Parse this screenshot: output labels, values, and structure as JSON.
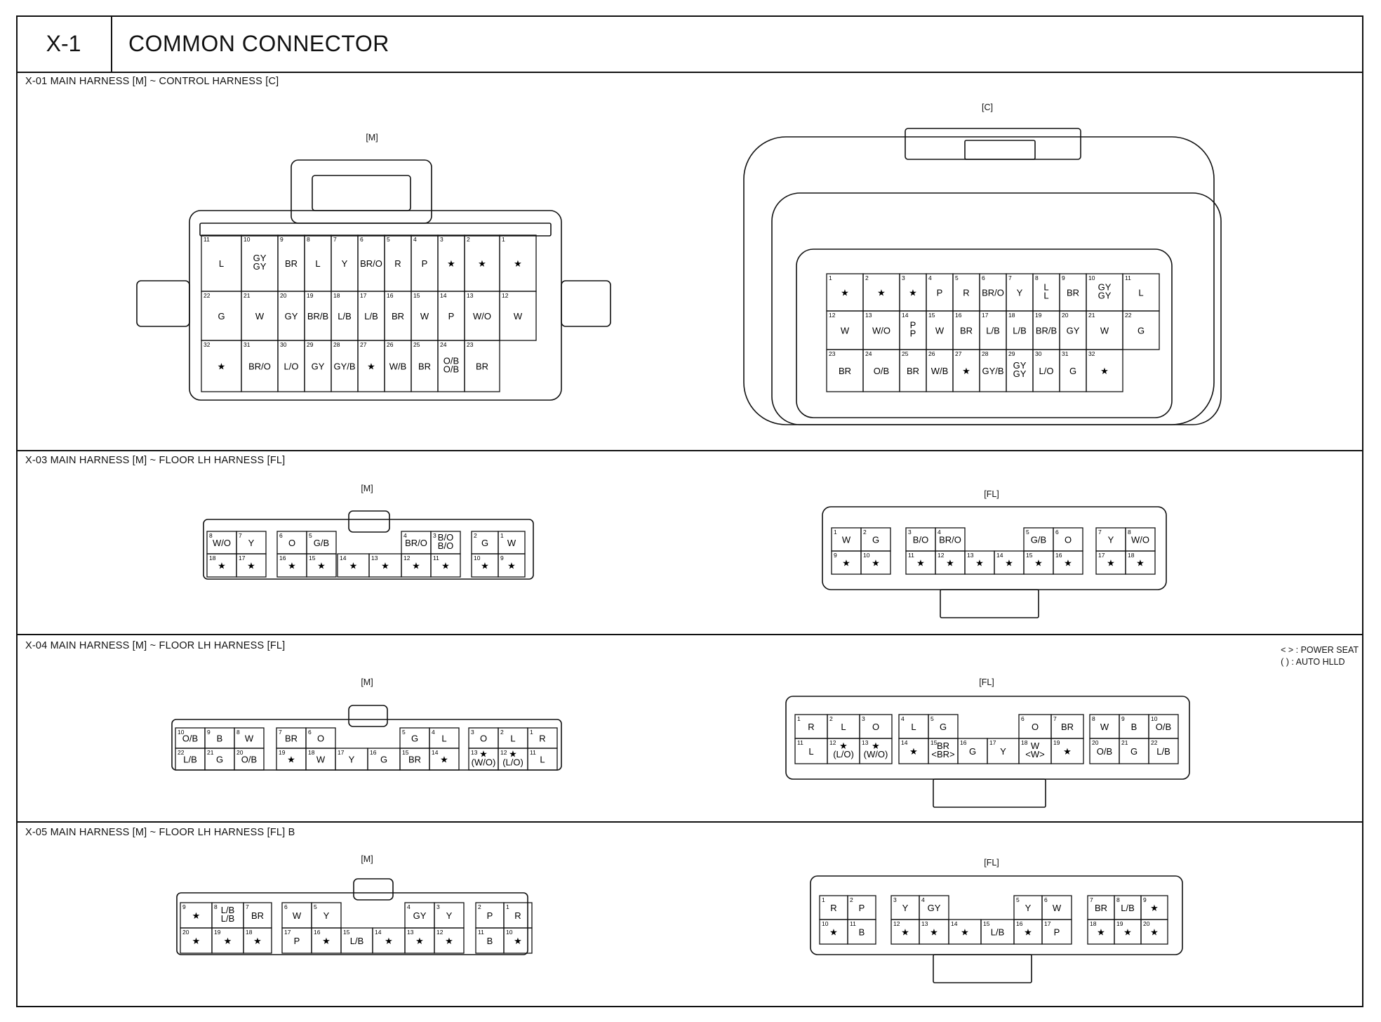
{
  "header": {
    "code": "X-1",
    "title": "COMMON CONNECTOR"
  },
  "legend": {
    "line1": "< > : POWER SEAT",
    "line2": "( ) : AUTO HLLD"
  },
  "sections": [
    {
      "title": "X-01 MAIN HARNESS [M] ~ CONTROL HARNESS [C]",
      "connectors": [
        {
          "label": "[M]",
          "cells": [
            {
              "n": "11",
              "t": "L"
            },
            {
              "n": "10",
              "t": "GY GY"
            },
            {
              "n": "9",
              "t": "BR"
            },
            {
              "n": "8",
              "t": "L"
            },
            {
              "n": "7",
              "t": "Y"
            },
            {
              "n": "6",
              "t": "BR/O"
            },
            {
              "n": "5",
              "t": "R"
            },
            {
              "n": "4",
              "t": "P"
            },
            {
              "n": "3",
              "t": "★"
            },
            {
              "n": "2",
              "t": "★"
            },
            {
              "n": "1",
              "t": "★"
            },
            {
              "n": "22",
              "t": "G"
            },
            {
              "n": "21",
              "t": "W"
            },
            {
              "n": "20",
              "t": "GY"
            },
            {
              "n": "19",
              "t": "BR/B"
            },
            {
              "n": "18",
              "t": "L/B"
            },
            {
              "n": "17",
              "t": "L/B"
            },
            {
              "n": "16",
              "t": "BR"
            },
            {
              "n": "15",
              "t": "W"
            },
            {
              "n": "14",
              "t": "P"
            },
            {
              "n": "13",
              "t": "W/O"
            },
            {
              "n": "12",
              "t": "W"
            },
            {
              "n": "32",
              "t": "★"
            },
            {
              "n": "31",
              "t": "BR/O"
            },
            {
              "n": "30",
              "t": "L/O"
            },
            {
              "n": "29",
              "t": "GY"
            },
            {
              "n": "28",
              "t": "GY/B"
            },
            {
              "n": "27",
              "t": "★"
            },
            {
              "n": "26",
              "t": "W/B"
            },
            {
              "n": "25",
              "t": "BR"
            },
            {
              "n": "24",
              "t": "O/B O/B"
            },
            {
              "n": "23",
              "t": "BR"
            }
          ]
        },
        {
          "label": "[C]",
          "cells": [
            {
              "n": "1",
              "t": "★"
            },
            {
              "n": "2",
              "t": "★"
            },
            {
              "n": "3",
              "t": "★"
            },
            {
              "n": "4",
              "t": "P"
            },
            {
              "n": "5",
              "t": "R"
            },
            {
              "n": "6",
              "t": "BR/O"
            },
            {
              "n": "7",
              "t": "Y"
            },
            {
              "n": "8",
              "t": "L L"
            },
            {
              "n": "9",
              "t": "BR"
            },
            {
              "n": "10",
              "t": "GY GY"
            },
            {
              "n": "11",
              "t": "L"
            },
            {
              "n": "12",
              "t": "W"
            },
            {
              "n": "13",
              "t": "W/O"
            },
            {
              "n": "14",
              "t": "P P"
            },
            {
              "n": "15",
              "t": "W"
            },
            {
              "n": "16",
              "t": "BR"
            },
            {
              "n": "17",
              "t": "L/B"
            },
            {
              "n": "18",
              "t": "L/B"
            },
            {
              "n": "19",
              "t": "BR/B"
            },
            {
              "n": "20",
              "t": "GY"
            },
            {
              "n": "21",
              "t": "W"
            },
            {
              "n": "22",
              "t": "G"
            },
            {
              "n": "23",
              "t": "BR"
            },
            {
              "n": "24",
              "t": "O/B"
            },
            {
              "n": "25",
              "t": "BR"
            },
            {
              "n": "26",
              "t": "W/B"
            },
            {
              "n": "27",
              "t": "★"
            },
            {
              "n": "28",
              "t": "GY/B"
            },
            {
              "n": "29",
              "t": "GY GY"
            },
            {
              "n": "30",
              "t": "L/O"
            },
            {
              "n": "31",
              "t": "G"
            },
            {
              "n": "32",
              "t": "★"
            }
          ]
        }
      ]
    },
    {
      "title": "X-03 MAIN HARNESS [M] ~ FLOOR LH HARNESS [FL]",
      "connectors": [
        {
          "label": "[M]",
          "cells": [
            {
              "n": "8",
              "t": "W/O"
            },
            {
              "n": "7",
              "t": "Y"
            },
            {
              "n": "6",
              "t": "O"
            },
            {
              "n": "5",
              "t": "G/B"
            },
            {
              "n": "4",
              "t": "BR/O"
            },
            {
              "n": "3",
              "t": "B/O B/O"
            },
            {
              "n": "2",
              "t": "G"
            },
            {
              "n": "1",
              "t": "W"
            },
            {
              "n": "18",
              "t": "★"
            },
            {
              "n": "17",
              "t": "★"
            },
            {
              "n": "16",
              "t": "★"
            },
            {
              "n": "15",
              "t": "★"
            },
            {
              "n": "14",
              "t": "★"
            },
            {
              "n": "13",
              "t": "★"
            },
            {
              "n": "12",
              "t": "★"
            },
            {
              "n": "11",
              "t": "★"
            },
            {
              "n": "10",
              "t": "★"
            },
            {
              "n": "9",
              "t": "★"
            }
          ]
        },
        {
          "label": "[FL]",
          "cells": [
            {
              "n": "1",
              "t": "W"
            },
            {
              "n": "2",
              "t": "G"
            },
            {
              "n": "3",
              "t": "B/O"
            },
            {
              "n": "4",
              "t": "BR/O"
            },
            {
              "n": "5",
              "t": "G/B"
            },
            {
              "n": "6",
              "t": "O"
            },
            {
              "n": "7",
              "t": "Y"
            },
            {
              "n": "8",
              "t": "W/O"
            },
            {
              "n": "9",
              "t": "★"
            },
            {
              "n": "10",
              "t": "★"
            },
            {
              "n": "11",
              "t": "★"
            },
            {
              "n": "12",
              "t": "★"
            },
            {
              "n": "13",
              "t": "★"
            },
            {
              "n": "14",
              "t": "★"
            },
            {
              "n": "15",
              "t": "★"
            },
            {
              "n": "16",
              "t": "★"
            },
            {
              "n": "17",
              "t": "★"
            },
            {
              "n": "18",
              "t": "★"
            }
          ]
        }
      ]
    },
    {
      "title": "X-04 MAIN HARNESS [M] ~ FLOOR LH HARNESS [FL]",
      "connectors": [
        {
          "label": "[M]",
          "cells": [
            {
              "n": "10",
              "t": "O/B"
            },
            {
              "n": "9",
              "t": "B"
            },
            {
              "n": "8",
              "t": "W"
            },
            {
              "n": "7",
              "t": "BR"
            },
            {
              "n": "6",
              "t": "O"
            },
            {
              "n": "5",
              "t": "G"
            },
            {
              "n": "4",
              "t": "L"
            },
            {
              "n": "3",
              "t": "O"
            },
            {
              "n": "2",
              "t": "L"
            },
            {
              "n": "1",
              "t": "R"
            },
            {
              "n": "22",
              "t": "L/B"
            },
            {
              "n": "21",
              "t": "G"
            },
            {
              "n": "20",
              "t": "O/B"
            },
            {
              "n": "19",
              "t": "★"
            },
            {
              "n": "18",
              "t": "W"
            },
            {
              "n": "17",
              "t": "Y"
            },
            {
              "n": "16",
              "t": "G"
            },
            {
              "n": "15",
              "t": "BR"
            },
            {
              "n": "14",
              "t": "★"
            },
            {
              "n": "13",
              "t": "★ (W/O)"
            },
            {
              "n": "12",
              "t": "★ (L/O)"
            },
            {
              "n": "11",
              "t": "L"
            }
          ]
        },
        {
          "label": "[FL]",
          "cells": [
            {
              "n": "1",
              "t": "R"
            },
            {
              "n": "2",
              "t": "L"
            },
            {
              "n": "3",
              "t": "O"
            },
            {
              "n": "4",
              "t": "L"
            },
            {
              "n": "5",
              "t": "G"
            },
            {
              "n": "6",
              "t": "O"
            },
            {
              "n": "7",
              "t": "BR"
            },
            {
              "n": "8",
              "t": "W"
            },
            {
              "n": "9",
              "t": "B"
            },
            {
              "n": "10",
              "t": "O/B"
            },
            {
              "n": "11",
              "t": "L"
            },
            {
              "n": "12",
              "t": "★ (L/O)"
            },
            {
              "n": "13",
              "t": "★ (W/O)"
            },
            {
              "n": "14",
              "t": "★"
            },
            {
              "n": "15",
              "t": "BR <BR>"
            },
            {
              "n": "16",
              "t": "G"
            },
            {
              "n": "17",
              "t": "Y"
            },
            {
              "n": "18",
              "t": "W <W>"
            },
            {
              "n": "19",
              "t": "★"
            },
            {
              "n": "20",
              "t": "O/B"
            },
            {
              "n": "21",
              "t": "G"
            },
            {
              "n": "22",
              "t": "L/B"
            }
          ]
        }
      ]
    },
    {
      "title": "X-05 MAIN HARNESS [M] ~ FLOOR LH HARNESS [FL] B",
      "connectors": [
        {
          "label": "[M]",
          "cells": [
            {
              "n": "9",
              "t": "★"
            },
            {
              "n": "8",
              "t": "L/B L/B"
            },
            {
              "n": "7",
              "t": "BR"
            },
            {
              "n": "6",
              "t": "W"
            },
            {
              "n": "5",
              "t": "Y"
            },
            {
              "n": "4",
              "t": "GY"
            },
            {
              "n": "3",
              "t": "Y"
            },
            {
              "n": "2",
              "t": "P"
            },
            {
              "n": "1",
              "t": "R"
            },
            {
              "n": "20",
              "t": "★"
            },
            {
              "n": "19",
              "t": "★"
            },
            {
              "n": "18",
              "t": "★"
            },
            {
              "n": "17",
              "t": "P"
            },
            {
              "n": "16",
              "t": "★"
            },
            {
              "n": "15",
              "t": "L/B"
            },
            {
              "n": "14",
              "t": "★"
            },
            {
              "n": "13",
              "t": "★"
            },
            {
              "n": "12",
              "t": "★"
            },
            {
              "n": "11",
              "t": "B"
            },
            {
              "n": "10",
              "t": "★"
            }
          ]
        },
        {
          "label": "[FL]",
          "cells": [
            {
              "n": "1",
              "t": "R"
            },
            {
              "n": "2",
              "t": "P"
            },
            {
              "n": "3",
              "t": "Y"
            },
            {
              "n": "4",
              "t": "GY"
            },
            {
              "n": "5",
              "t": "Y"
            },
            {
              "n": "6",
              "t": "W"
            },
            {
              "n": "7",
              "t": "BR"
            },
            {
              "n": "8",
              "t": "L/B"
            },
            {
              "n": "9",
              "t": "★"
            },
            {
              "n": "10",
              "t": "★"
            },
            {
              "n": "11",
              "t": "B"
            },
            {
              "n": "12",
              "t": "★"
            },
            {
              "n": "13",
              "t": "★"
            },
            {
              "n": "14",
              "t": "★"
            },
            {
              "n": "15",
              "t": "L/B"
            },
            {
              "n": "16",
              "t": "★"
            },
            {
              "n": "17",
              "t": "P"
            },
            {
              "n": "18",
              "t": "★"
            },
            {
              "n": "19",
              "t": "★"
            },
            {
              "n": "20",
              "t": "★"
            }
          ]
        }
      ]
    }
  ]
}
